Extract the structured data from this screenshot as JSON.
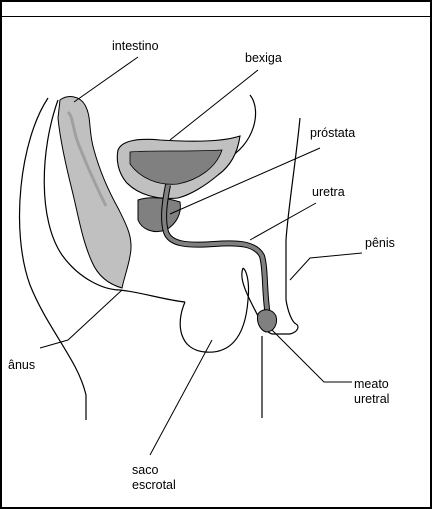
{
  "labels": {
    "intestino": "intestino",
    "bexiga": "bexiga",
    "prostata": "próstata",
    "uretra": "uretra",
    "penis": "pênis",
    "anus": "ânus",
    "meato_line1": "meato",
    "meato_line2": "uretral",
    "saco_line1": "saco",
    "saco_line2": "escrotal"
  },
  "colors": {
    "outline": "#000000",
    "organ_fill": "#c0c0c0",
    "organ_dark": "#808080",
    "background": "#ffffff"
  }
}
